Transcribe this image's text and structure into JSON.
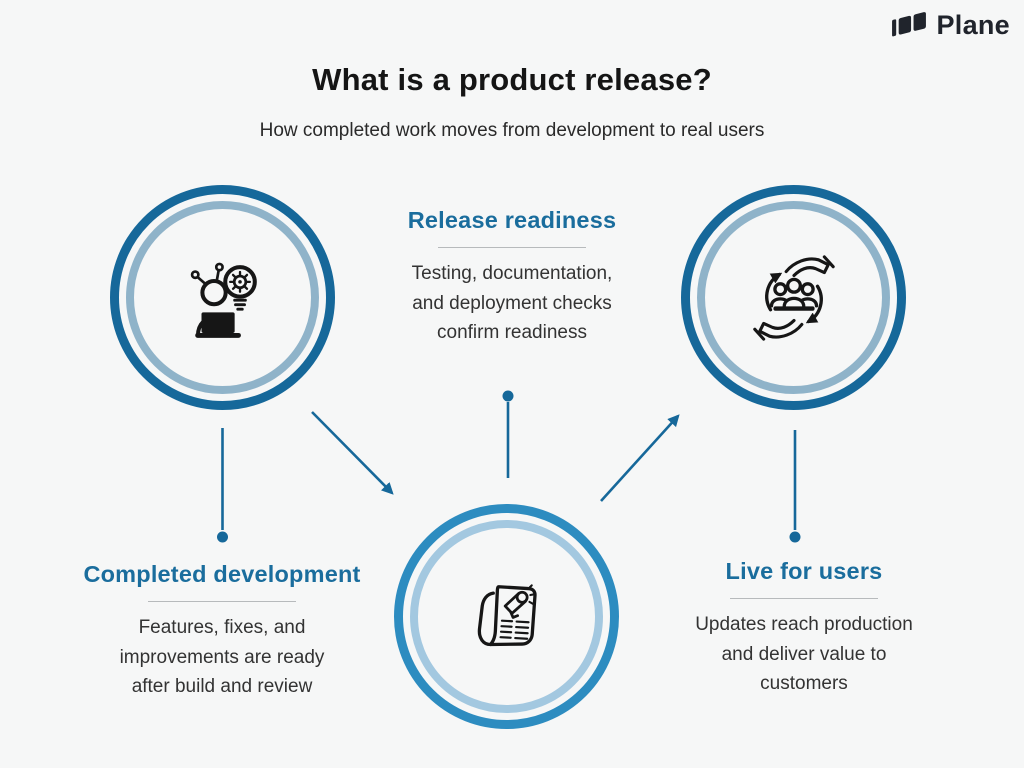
{
  "brand": {
    "name": "Plane"
  },
  "header": {
    "title": "What is a product release?",
    "subtitle": "How completed work moves from development to real users"
  },
  "diagram": {
    "steps": [
      {
        "id": "completed-development",
        "heading": "Completed development",
        "body": "Features, fixes, and\nimprovements are ready\nafter build and review",
        "icon": "developer-idea-icon"
      },
      {
        "id": "release-readiness",
        "heading": "Release readiness",
        "body": "Testing, documentation,\nand deployment checks\nconfirm readiness",
        "icon": "announcement-newspaper-icon"
      },
      {
        "id": "live-for-users",
        "heading": "Live for users",
        "body": "Updates reach production\nand deliver value to\ncustomers",
        "icon": "users-hands-icon"
      }
    ],
    "flow": [
      "completed-development -> release-readiness",
      "release-readiness -> live-for-users"
    ],
    "colors": {
      "background": "#f6f7f7",
      "ring_outer_dark": "#16689a",
      "ring_inner_muted": "#8fb3c9",
      "ring_outer_bright": "#2d8cc0",
      "ring_inner_light": "#a3c8e0",
      "heading_blue": "#1a6d9d",
      "connector_blue": "#16689a",
      "body_text": "#333333",
      "icon_ink": "#161616"
    }
  }
}
